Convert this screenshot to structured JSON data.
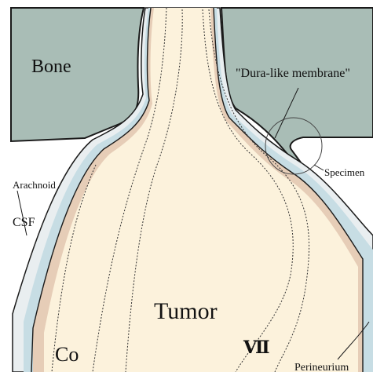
{
  "labels": {
    "bone": "Bone",
    "dura_like_membrane": "\"Dura-like membrane\"",
    "specimen": "Specimen",
    "arachnoid": "Arachnoid",
    "csf": "CSF",
    "tumor": "Tumor",
    "co": "Co",
    "vii": "Ⅶ",
    "perineurium": "Perineurium"
  },
  "colors": {
    "bone": "#a9bdb6",
    "tumor": "#fcf2dc",
    "dura": "#e6cdb7",
    "arachnoid": "#e9eef0",
    "csf": "#c7dde4",
    "outline": "#1a1a1a",
    "background": "#ffffff"
  }
}
